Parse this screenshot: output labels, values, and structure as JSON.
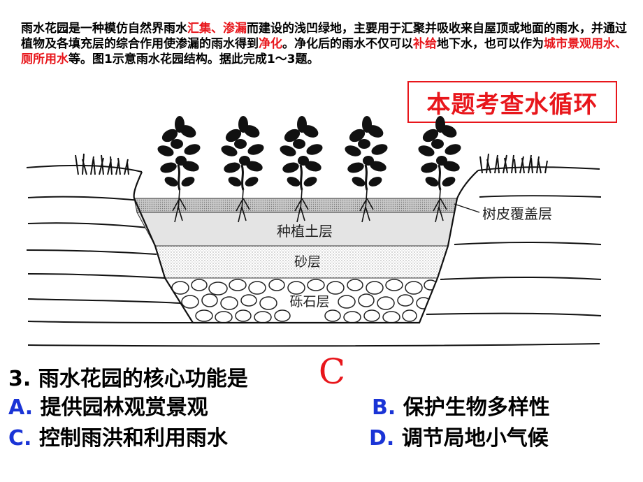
{
  "intro": {
    "p1": "雨水花园是一种模仿自然界雨水",
    "p1_red": "汇集、渗漏",
    "p2": "而建设的浅凹绿地，主要用于汇聚并吸收来自屋顶或地面的雨水，并通过植物及各填充层的综合作用使渗漏的雨水得到",
    "p2_red": "净化",
    "p3": "。净化后的雨水不仅可以",
    "p3_red": "补给",
    "p4": "地下水，也可以作为",
    "p4_red": "城市景观用水、厕所用水",
    "p5": "等。图1示意雨水花园结构。据此完成1～3题。"
  },
  "tag": {
    "text": "本题考查水循环"
  },
  "figure": {
    "labels": {
      "bark": "树皮覆盖层",
      "soil": "种植土层",
      "sand": "砂层",
      "gravel": "砾石层"
    }
  },
  "question": {
    "text": "3. 雨水花园的核心功能是",
    "answer": "C",
    "options": [
      {
        "letter": "A.",
        "text": "提供园林观赏景观"
      },
      {
        "letter": "B.",
        "text": "保护生物多样性"
      },
      {
        "letter": "C.",
        "text": "控制雨洪和利用雨水"
      },
      {
        "letter": "D.",
        "text": "调节局地小气候"
      }
    ]
  },
  "colors": {
    "red": "#e8161b",
    "blue": "#1a34d6"
  }
}
